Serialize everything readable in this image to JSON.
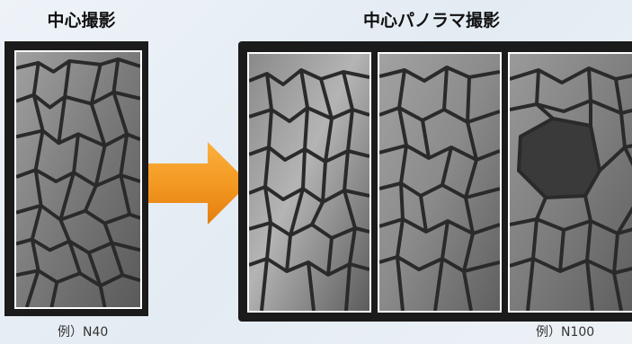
{
  "titles": {
    "left": "中心撮影",
    "right": "中心パノラマ撮影"
  },
  "captions": {
    "left": "例）N40",
    "right": "例）N100"
  },
  "colors": {
    "frame": "#1b1b1b",
    "arrow_top": "#fbb040",
    "arrow_bottom": "#e57d10",
    "cell_light": "#9c9c9c",
    "cell_dark": "#555555",
    "crack": "#2a2a2a",
    "background": "#e8eef5"
  },
  "icons": {
    "arrow": "right-arrow-icon"
  }
}
